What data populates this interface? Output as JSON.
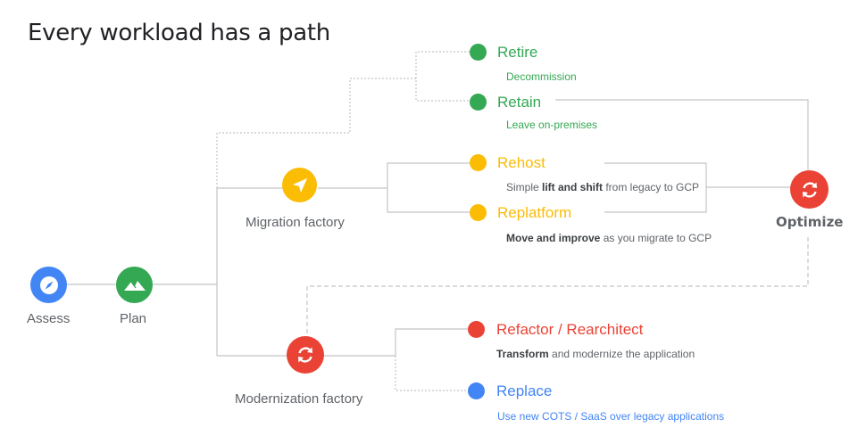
{
  "title": "Every workload has a path",
  "colors": {
    "green": "#34a853",
    "yellow": "#fbbc04",
    "red": "#ea4335",
    "blue": "#4285f4",
    "line": "#c4c4c4",
    "text_gray": "#5f6368"
  },
  "stages": {
    "assess": {
      "label": "Assess",
      "icon": "compass-icon"
    },
    "plan": {
      "label": "Plan",
      "icon": "mountain-icon"
    },
    "migration": {
      "label": "Migration factory",
      "icon": "navigation-arrow-icon"
    },
    "modernization": {
      "label": "Modernization factory",
      "icon": "refresh-icon"
    },
    "optimize": {
      "label": "Optimize",
      "icon": "refresh-icon"
    }
  },
  "paths": [
    {
      "id": "retire",
      "title": "Retire",
      "color": "#34a853",
      "desc_parts": [
        {
          "text": "Decommission",
          "bold": false
        }
      ]
    },
    {
      "id": "retain",
      "title": "Retain",
      "color": "#34a853",
      "desc_parts": [
        {
          "text": "Leave on-premises",
          "bold": false
        }
      ]
    },
    {
      "id": "rehost",
      "title": "Rehost",
      "color": "#fbbc04",
      "desc_parts": [
        {
          "text": "Simple ",
          "bold": false
        },
        {
          "text": "lift and shift",
          "bold": true
        },
        {
          "text": " from legacy to GCP",
          "bold": false
        }
      ]
    },
    {
      "id": "replatform",
      "title": "Replatform",
      "color": "#fbbc04",
      "desc_parts": [
        {
          "text": "Move and improve",
          "bold": true
        },
        {
          "text": " as you migrate to GCP",
          "bold": false
        }
      ]
    },
    {
      "id": "refactor",
      "title": "Refactor / Rearchitect",
      "color": "#ea4335",
      "desc_parts": [
        {
          "text": "Transform",
          "bold": true
        },
        {
          "text": " and modernize the application",
          "bold": false
        }
      ]
    },
    {
      "id": "replace",
      "title": "Replace",
      "color": "#4285f4",
      "desc_parts": [
        {
          "text": "Use new COTS / SaaS over legacy applications",
          "bold": false
        }
      ]
    }
  ]
}
